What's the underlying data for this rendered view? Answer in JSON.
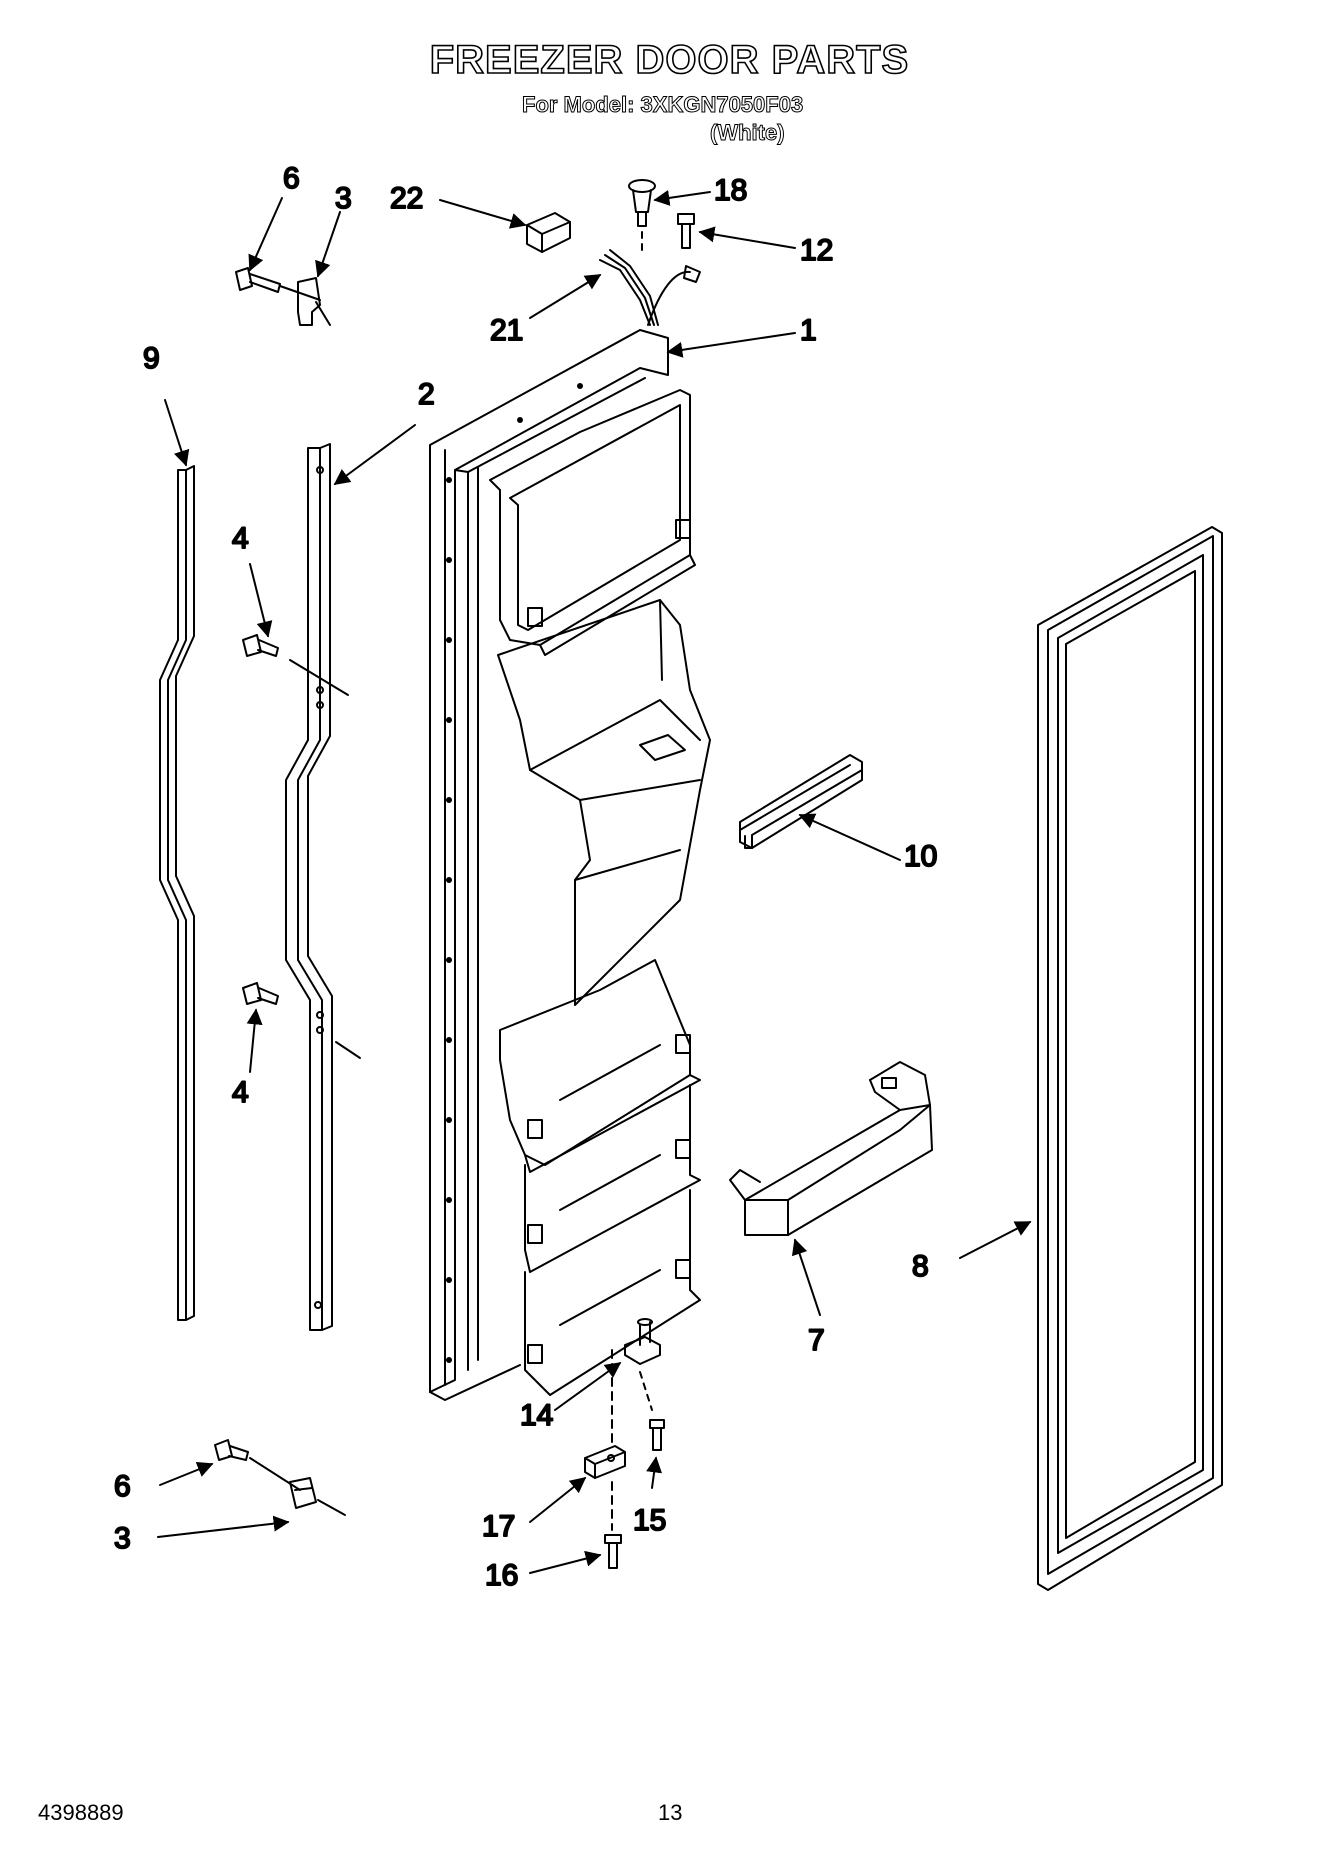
{
  "header": {
    "title": "FREEZER DOOR PARTS",
    "model_line": "For Model: 3XKGN7050F03",
    "color_line": "(White)"
  },
  "callouts": {
    "c1": "1",
    "c2": "2",
    "c3a": "3",
    "c3b": "3",
    "c4a": "4",
    "c4b": "4",
    "c6a": "6",
    "c6b": "6",
    "c7": "7",
    "c8": "8",
    "c9": "9",
    "c10": "10",
    "c12": "12",
    "c14": "14",
    "c15": "15",
    "c16": "16",
    "c17": "17",
    "c18": "18",
    "c21": "21",
    "c22": "22"
  },
  "footer": {
    "doc_number": "4398889",
    "page_number": "13"
  }
}
